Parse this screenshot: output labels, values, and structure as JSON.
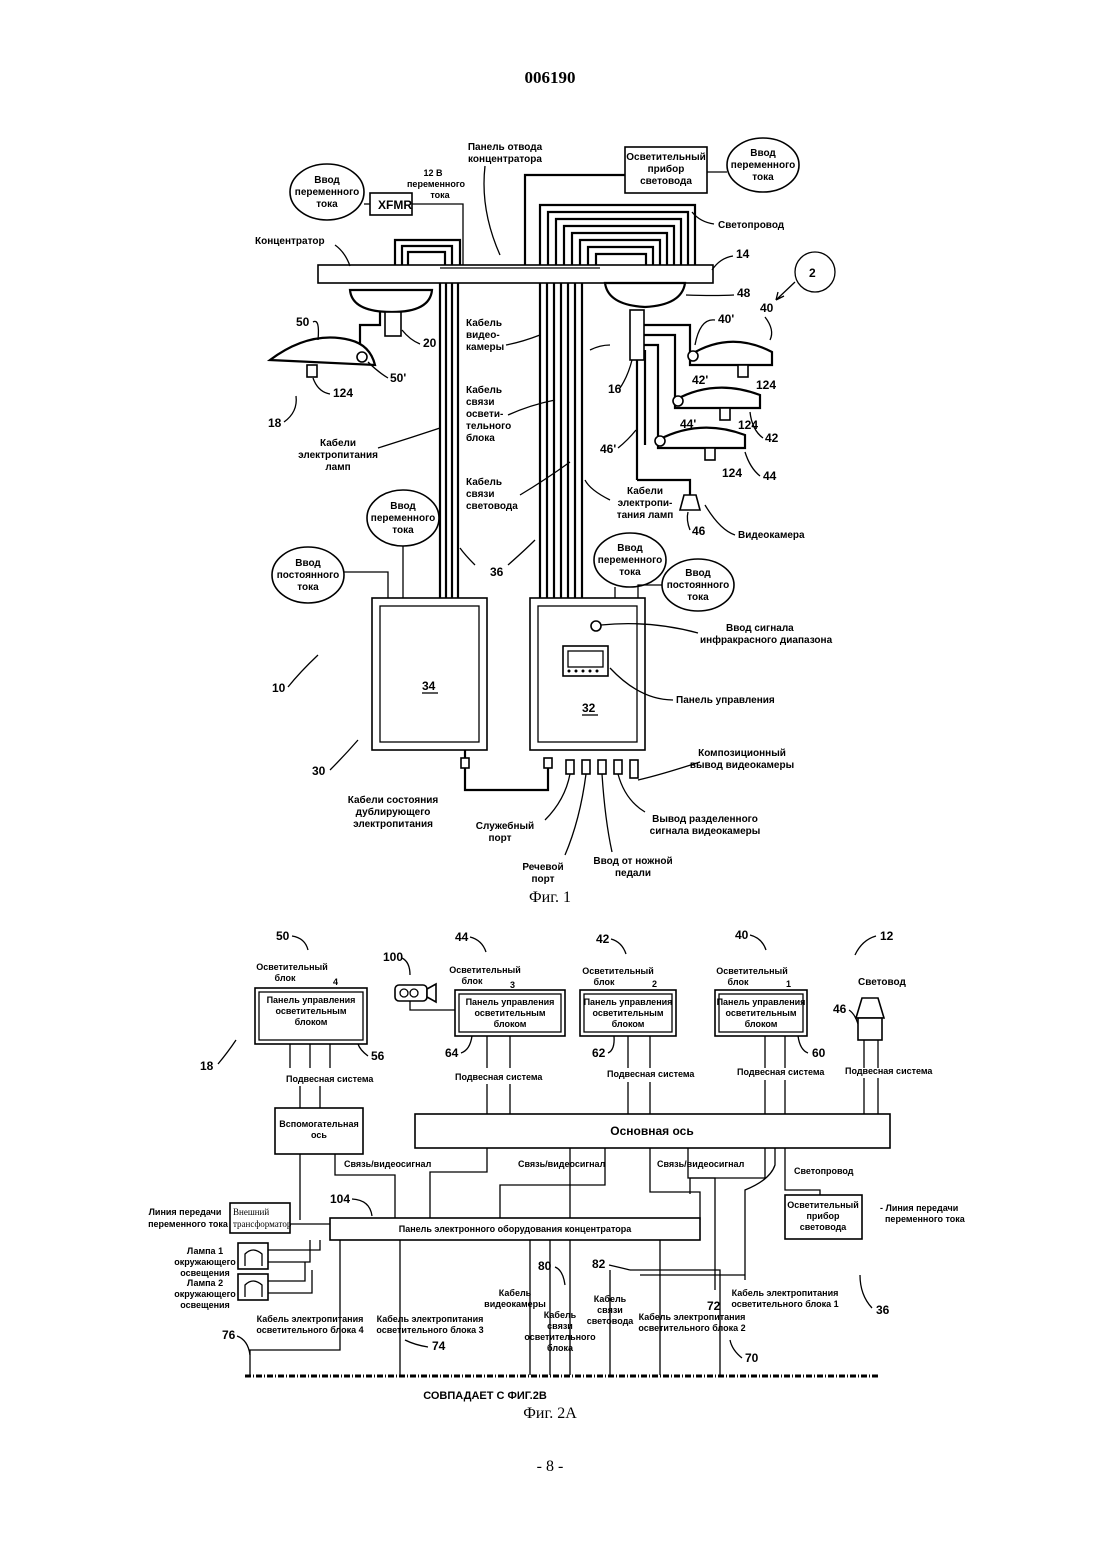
{
  "document_number": "006190",
  "page_number": "- 8 -",
  "fig1": {
    "caption": "Фиг. 1",
    "labels": {
      "hub_panel": "Панель отвода концентратора",
      "lightguide_fixture": "Осветительный прибор световода",
      "ac_input": "Ввод переменного тока",
      "ac12": "12 В переменного тока",
      "xfmr": "XFMR",
      "concentrator": "Концентратор",
      "lightguide": "Светопровод",
      "camera_cable": "Кабель видео- камеры",
      "unit_comm_cable": "Кабель связи освети- тельного блока",
      "lamp_power_cables": "Кабели электропитания ламп",
      "lightguide_comm_cable": "Кабель связи световода",
      "lamp_power_cables_2": "Кабели электропи- тания ламп",
      "dc_input": "Ввод постоянного тока",
      "camera": "Видеокамера",
      "ir_input": "Ввод сигнала инфракрасного диапазона",
      "control_panel": "Панель управления",
      "composite_out": "Композиционный вывод видеокамеры",
      "split_out": "Вывод разделенного сигнала видеокамеры",
      "backup_cables": "Кабели состояния дублирующего электропитания",
      "service_port": "Служебный порт",
      "voice_port": "Речевой порт",
      "foot_pedal": "Ввод от ножной педали"
    },
    "numbers": {
      "n14": "14",
      "n48": "48",
      "n40p": "40'",
      "n40": "40",
      "n50": "50",
      "n20": "20",
      "n50p": "50'",
      "n124": "124",
      "n18": "18",
      "n16": "16",
      "n42p": "42'",
      "n44p": "44'",
      "n42": "42",
      "n44": "44",
      "n46p": "46'",
      "n46": "46",
      "n36": "36",
      "n10": "10",
      "n34": "34",
      "n32": "32",
      "n30": "30",
      "circle": "2"
    }
  },
  "fig2a": {
    "caption": "Фиг. 2А",
    "match_note": "СОВПАДАЕТ С ФИГ.2В",
    "unit_label": "Осветительный блок",
    "unit_panel": "Панель управления осветительным блоком",
    "units": [
      {
        "num": "4",
        "ref": "50",
        "panel_ref": "56"
      },
      {
        "num": "3",
        "ref": "44",
        "panel_ref": "64"
      },
      {
        "num": "2",
        "ref": "42",
        "panel_ref": "62"
      },
      {
        "num": "1",
        "ref": "40",
        "panel_ref": "60"
      }
    ],
    "lightguide": "Световод",
    "ref12": "12",
    "ref100": "100",
    "ref46": "46",
    "ref18": "18",
    "suspension": "Подвесная система",
    "aux_axis": "Вспомогательная ось",
    "main_axis": "Основная ось",
    "comm_video": "Связь/видеосигнал",
    "light_guide_wire": "Светопровод",
    "ac_line": "Линия передачи переменного тока",
    "ext_transformer": "Внешний трансформатор",
    "hub_electronics": "Панель электронного оборудования концентратора",
    "ref104": "104",
    "lightguide_fixture": "Осветительный прибор световода",
    "lamp1": "Лампа 1 окружающего освещения",
    "lamp2": "Лампа 2 окружающего освещения",
    "ref80": "80",
    "ref82": "82",
    "camera_cable": "Кабель видеокамеры",
    "unit_comm_cable": "Кабель связи осветительного блока",
    "lightguide_comm_cable": "Кабель связи световода",
    "power_unit1": "Кабель электропитания осветительного блока 1",
    "power_unit2": "Кабель электропитания осветительного блока 2",
    "power_unit3": "Кабель электропитания осветительного блока 3",
    "power_unit4": "Кабель электропитания осветительного блока 4",
    "ref72": "72",
    "ref74": "74",
    "ref76": "76",
    "ref70": "70",
    "ref36": "36"
  }
}
